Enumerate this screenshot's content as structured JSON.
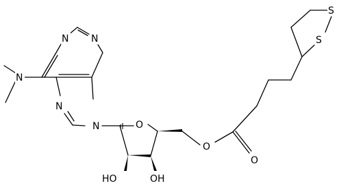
{
  "atoms": {
    "n_dimethyl": "N",
    "n1": "N",
    "n3": "N",
    "n7": "N",
    "n9": "N",
    "o_ring": "O",
    "oh_2": "HO",
    "oh_3": "OH",
    "o_ester": "O",
    "o_carbonyl": "O",
    "s1": "S",
    "s2": "S"
  }
}
